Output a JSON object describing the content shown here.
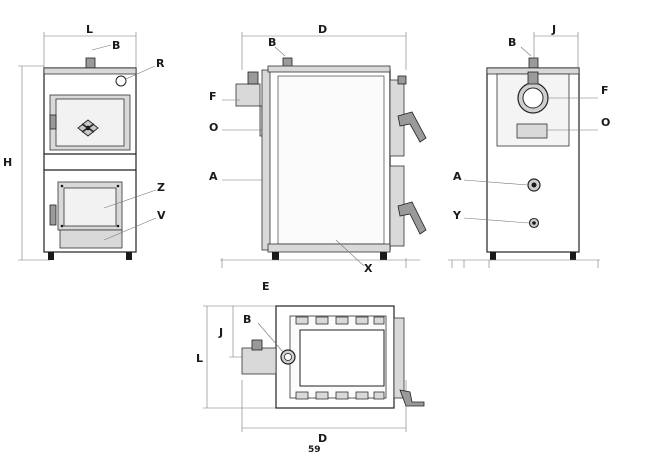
{
  "labels": {
    "front": {
      "L": "L",
      "B": "B",
      "R": "R",
      "H": "H",
      "Z": "Z",
      "V": "V"
    },
    "side": {
      "D": "D",
      "B": "B",
      "F": "F",
      "O": "O",
      "A": "A",
      "X": "X",
      "E": "E"
    },
    "rear": {
      "J": "J",
      "B": "B",
      "F": "F",
      "O": "O",
      "A": "A",
      "Y": "Y"
    },
    "top": {
      "B": "B",
      "J": "J",
      "L": "L",
      "D": "D",
      "page_number": "59"
    }
  }
}
